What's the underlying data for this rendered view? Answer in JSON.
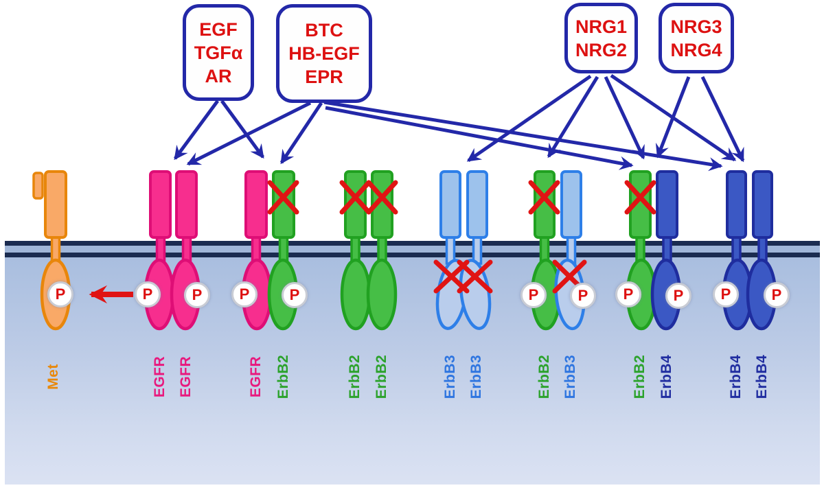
{
  "ligand_boxes": [
    {
      "id": "egf-tgfa-ar",
      "lines": [
        "EGF",
        "TGFα",
        "AR"
      ]
    },
    {
      "id": "btc-hbegf-epr",
      "lines": [
        "BTC",
        "HB-EGF",
        "EPR"
      ]
    },
    {
      "id": "nrg1-nrg2",
      "lines": [
        "NRG1",
        "NRG2"
      ]
    },
    {
      "id": "nrg3-nrg4",
      "lines": [
        "NRG3",
        "NRG4"
      ]
    }
  ],
  "receptors": {
    "met_label": "Met",
    "dimers": [
      {
        "left": "EGFR",
        "right": "EGFR"
      },
      {
        "left": "EGFR",
        "right": "ErbB2"
      },
      {
        "left": "ErbB2",
        "right": "ErbB2"
      },
      {
        "left": "ErbB3",
        "right": "ErbB3"
      },
      {
        "left": "ErbB2",
        "right": "ErbB3"
      },
      {
        "left": "ErbB2",
        "right": "ErbB4"
      },
      {
        "left": "ErbB4",
        "right": "ErbB4"
      }
    ]
  },
  "phospho_label": "P",
  "interactions": [
    {
      "ligands": "EGF/TGFα/AR",
      "targets": [
        "EGFR:EGFR",
        "EGFR:ErbB2"
      ]
    },
    {
      "ligands": "BTC/HB-EGF/EPR",
      "targets": [
        "EGFR:EGFR",
        "EGFR:ErbB2",
        "ErbB2:ErbB4",
        "ErbB4:ErbB4"
      ]
    },
    {
      "ligands": "NRG1/NRG2",
      "targets": [
        "ErbB3:ErbB3",
        "ErbB2:ErbB3",
        "ErbB2:ErbB4",
        "ErbB4:ErbB4"
      ]
    },
    {
      "ligands": "NRG3/NRG4",
      "targets": [
        "ErbB2:ErbB4",
        "ErbB4:ErbB4"
      ]
    }
  ],
  "crosstalk_arrow": {
    "from": "EGFR:EGFR",
    "to": "Met"
  },
  "colors": {
    "ligand_text": "#dd1111",
    "box_border": "#2328a8",
    "arrow": "#2328a8",
    "cross_mark": "#e01414",
    "met": "#e8860b",
    "egfr": "#e8197d",
    "erbb2": "#2ba22b",
    "erbb3": "#2e75e0",
    "erbb4": "#202da0",
    "membrane": "#1b2c50",
    "phospho_text": "#dd1111"
  }
}
